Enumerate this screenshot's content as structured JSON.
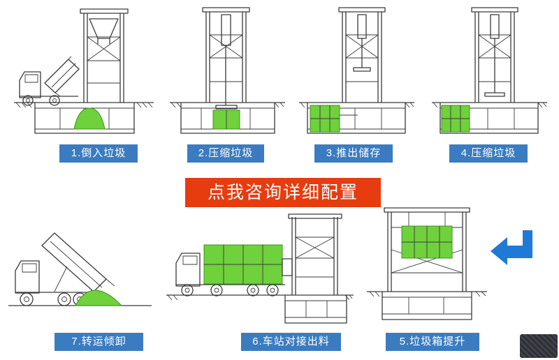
{
  "banner": {
    "text": "点我咨询详细配置"
  },
  "steps": [
    {
      "label": "1.倒入垃圾"
    },
    {
      "label": "2.压缩垃圾"
    },
    {
      "label": "3.推出储存"
    },
    {
      "label": "4.压缩垃圾"
    },
    {
      "label": "5.垃圾箱提升"
    },
    {
      "label": "6.车站对接出料"
    },
    {
      "label": "7.转运倾卸"
    }
  ],
  "colors": {
    "label_background": "#3b7cc0",
    "label_text": "#ffffff",
    "banner_background": "#e63c10",
    "banner_text": "#ffffff",
    "highlight_green": "#6fd13b",
    "line_art": "#3a3a3a",
    "arrow_blue": "#1e7ad6"
  }
}
